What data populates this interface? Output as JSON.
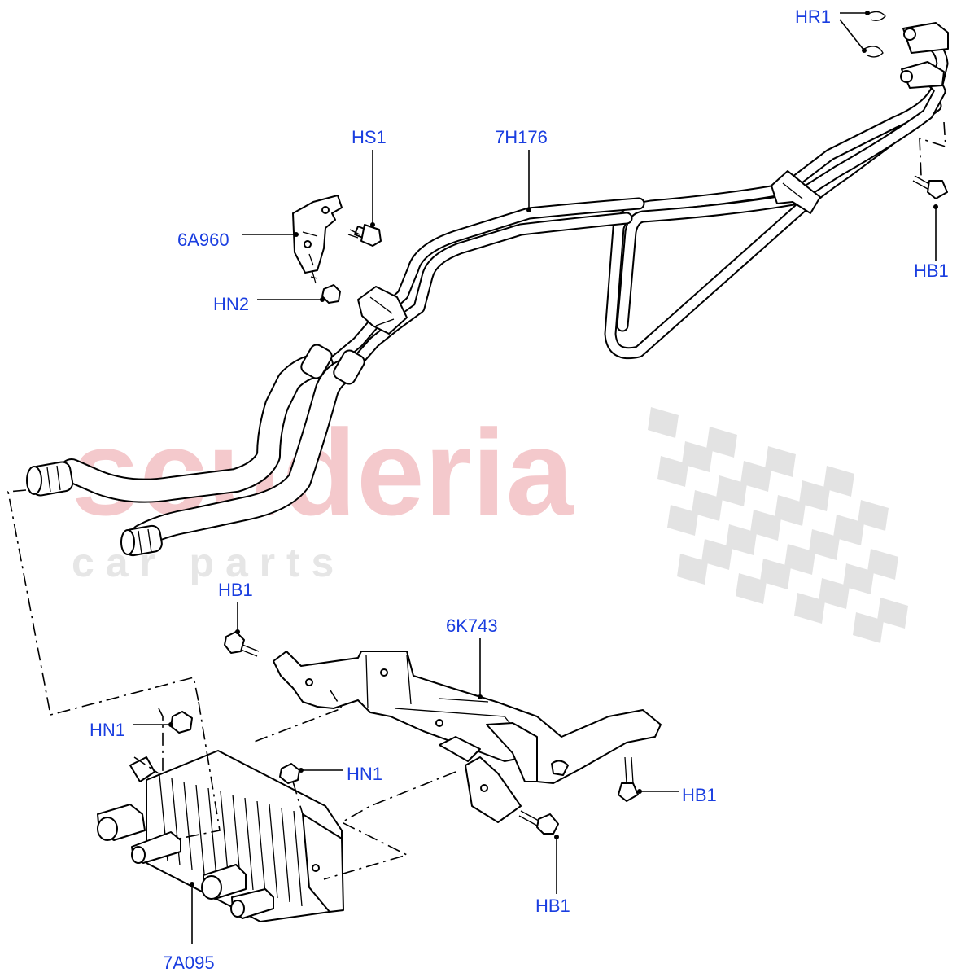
{
  "watermark": {
    "brand": "scuderia",
    "tagline": "c a r   p a r t s"
  },
  "callouts": {
    "hr1": "HR1",
    "hs1": "HS1",
    "tube_7h176": "7H176",
    "bracket_6a960": "6A960",
    "hn2": "HN2",
    "hb1_top_right": "HB1",
    "hb1_bracket_left": "HB1",
    "bracket_6k743": "6K743",
    "hn1_left": "HN1",
    "hn1_right": "HN1",
    "hb1_bracket_right": "HB1",
    "hb1_bottom": "HB1",
    "cooler_7a095": "7A095"
  },
  "colors": {
    "callout_text": "#1a3ee0",
    "watermark_red": "#f4c9cc",
    "watermark_grey": "#e6e6e6"
  }
}
